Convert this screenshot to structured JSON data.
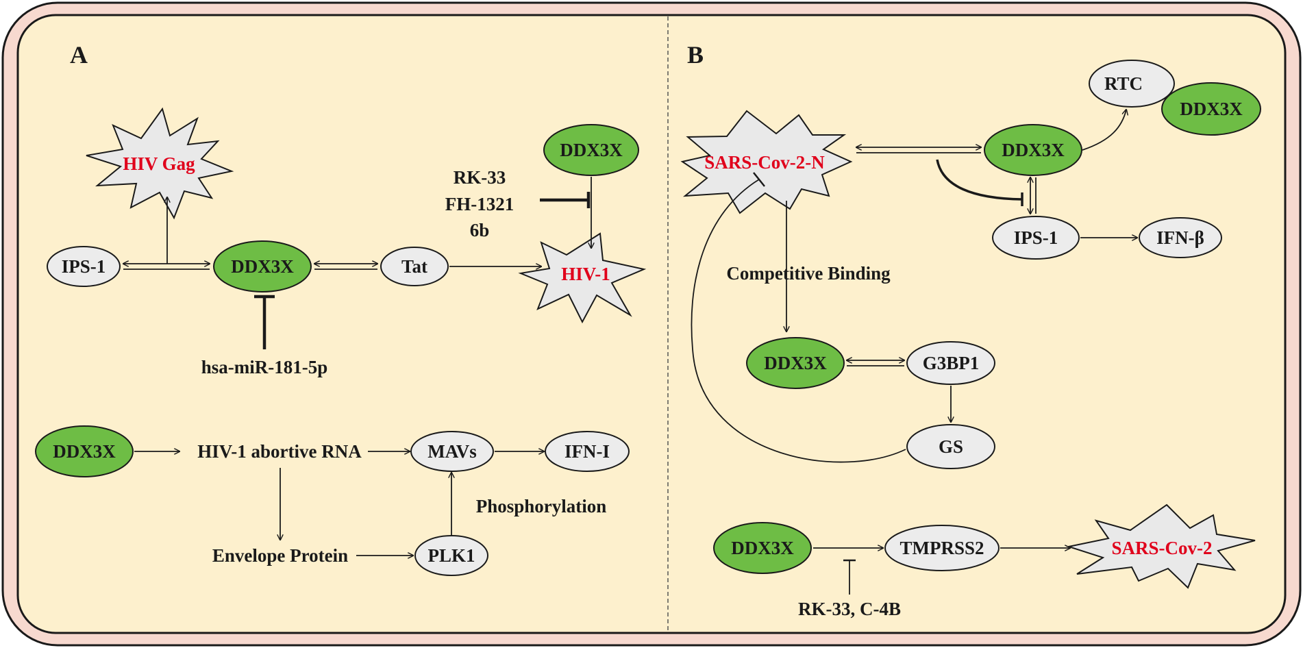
{
  "panel_a": {
    "label": "A",
    "hiv_gag": "HIV Gag",
    "ips1": "IPS-1",
    "ddx3x_center": "DDX3X",
    "tat": "Tat",
    "ddx3x_top": "DDX3X",
    "hiv1": "HIV-1",
    "inhibitor_1": "RK-33",
    "inhibitor_2": "FH-1321",
    "inhibitor_3": "6b",
    "mirna": "hsa-miR-181-5p",
    "ddx3x_bottom": "DDX3X",
    "abortive_rna": "HIV-1 abortive RNA",
    "mavs": "MAVs",
    "ifn_i": "IFN-I",
    "phosphorylation": "Phosphorylation",
    "envelope": "Envelope Protein",
    "plk1": "PLK1"
  },
  "panel_b": {
    "label": "B",
    "sars_n": "SARS-Cov-2-N",
    "rtc": "RTC",
    "ddx3x_rtc": "DDX3X",
    "ddx3x_main": "DDX3X",
    "ips1": "IPS-1",
    "ifn_b": "IFN-β",
    "competitive": "Competitive Binding",
    "ddx3x_g3": "DDX3X",
    "g3bp1": "G3BP1",
    "gs": "GS",
    "ddx3x_tm": "DDX3X",
    "tmprss2": "TMPRSS2",
    "sars2": "SARS-Cov-2",
    "inhibitors": "RK-33, C-4B"
  },
  "colors": {
    "outer_fill": "#f7d9cf",
    "inner_fill": "#fdf0cd",
    "ddx3x_green": "#6ebd45",
    "grey_node": "#ececec",
    "starburst": "#e9e9e9",
    "virus_text": "#e0001b"
  }
}
